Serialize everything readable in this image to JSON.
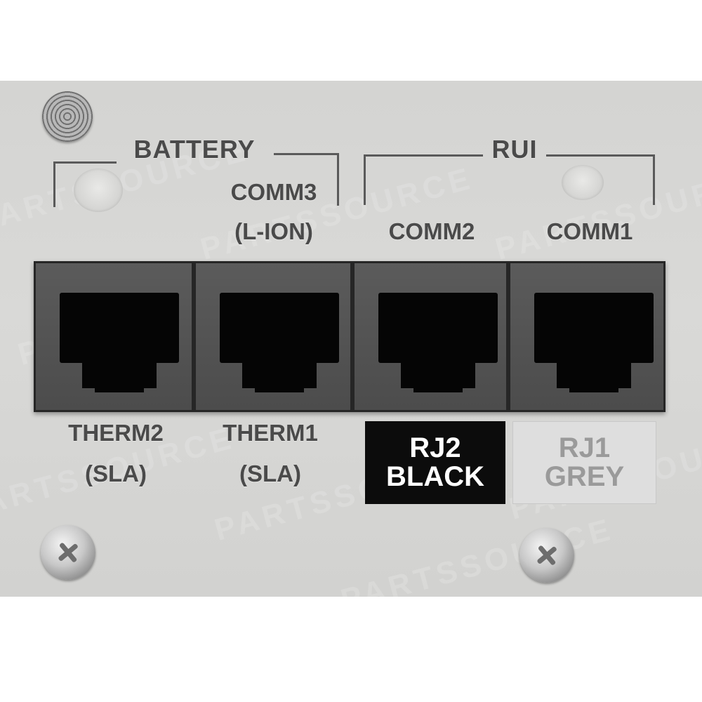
{
  "labels": {
    "battery": "BATTERY",
    "rui": "RUI",
    "comm3": "COMM3",
    "comm3_sub": "(L-ION)",
    "comm2": "COMM2",
    "comm1": "COMM1",
    "therm2": "THERM2",
    "therm2_sub": "(SLA)",
    "therm1": "THERM1",
    "therm1_sub": "(SLA)"
  },
  "tags": {
    "rj2_line1": "RJ2",
    "rj2_line2": "BLACK",
    "rj1_line1": "RJ1",
    "rj1_line2": "GREY"
  },
  "watermark": "PARTSSOURCE",
  "colors": {
    "panel": "#d6d6d4",
    "label_text": "#4a4a4a",
    "jack_body": "#4f4f4f",
    "tag_black": "#0c0c0c",
    "tag_grey": "#dedede"
  }
}
